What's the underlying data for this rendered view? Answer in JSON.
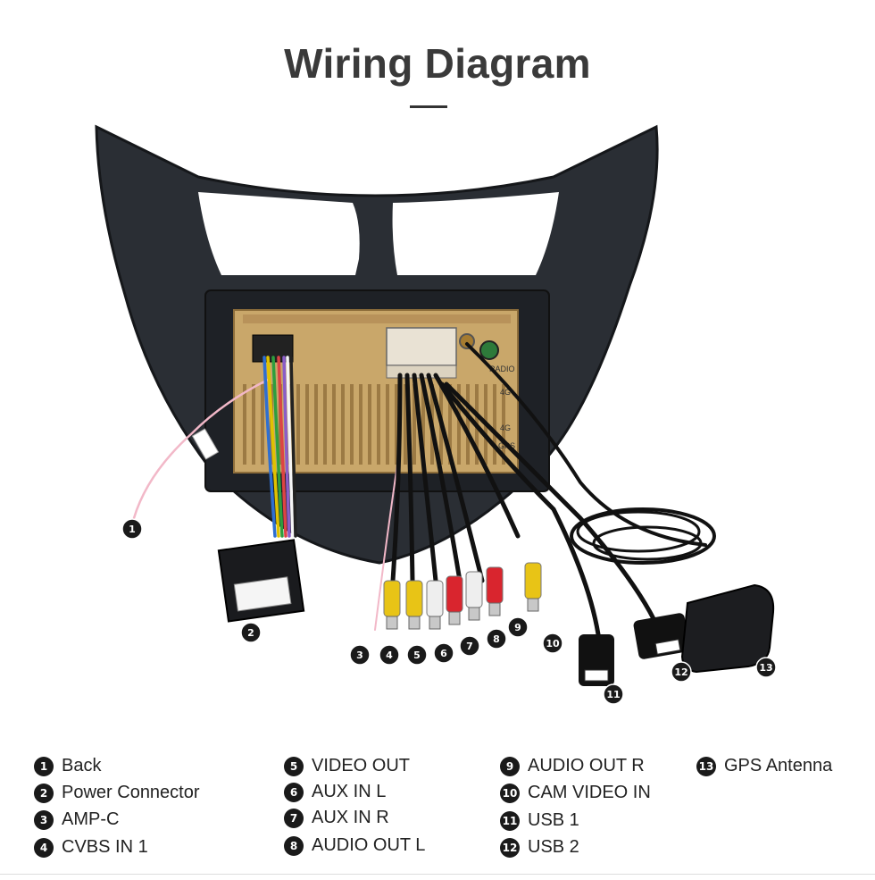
{
  "title": "Wiring Diagram",
  "unit_labels": {
    "radio": "RADIO",
    "g4_top": "4G↑",
    "g4": "4G",
    "gps": "GPS"
  },
  "markers": [
    "1",
    "2",
    "3",
    "4",
    "5",
    "6",
    "7",
    "8",
    "9",
    "10",
    "11",
    "12",
    "13"
  ],
  "legend": [
    {
      "num": "1",
      "label": "Back"
    },
    {
      "num": "2",
      "label": "Power Connector"
    },
    {
      "num": "3",
      "label": "AMP-C"
    },
    {
      "num": "4",
      "label": "CVBS IN 1"
    },
    {
      "num": "5",
      "label": "VIDEO OUT"
    },
    {
      "num": "6",
      "label": "AUX IN L"
    },
    {
      "num": "7",
      "label": "AUX IN R"
    },
    {
      "num": "8",
      "label": "AUDIO OUT L"
    },
    {
      "num": "9",
      "label": "AUDIO OUT R"
    },
    {
      "num": "10",
      "label": "CAM VIDEO IN"
    },
    {
      "num": "11",
      "label": "USB 1"
    },
    {
      "num": "12",
      "label": "USB 2"
    },
    {
      "num": "13",
      "label": "GPS Antenna"
    }
  ],
  "colors": {
    "frame": "#2a2e34",
    "unit": "#c9a76a",
    "rca_yellow": "#e8c416",
    "rca_white": "#eeeeee",
    "rca_red": "#d9252e"
  }
}
